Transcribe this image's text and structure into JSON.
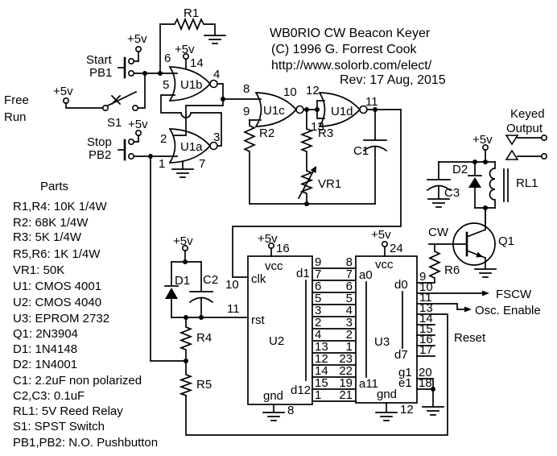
{
  "colors": {
    "ink": "#000000",
    "background": "#ffffff"
  },
  "title": {
    "line1": "WB0RIO CW Beacon Keyer",
    "line2": "(C) 1996  G. Forrest Cook",
    "line3": "http://www.solorb.com/elect/",
    "line4": "Rev: 17 Aug, 2015"
  },
  "supply_label": "+5v",
  "controls": {
    "start": "Start",
    "pb1": "PB1",
    "free": "Free",
    "run": "Run",
    "s1": "S1",
    "stop": "Stop",
    "pb2": "PB2"
  },
  "parts": {
    "header": "Parts",
    "items": [
      "R1,R4:  10K 1/4W",
      "R2:  68K 1/4W",
      "R3:  5K 1/4W",
      "R5,R6:  1K 1/4W",
      "VR1:  50K",
      "U1:  CMOS 4001",
      "U2:  CMOS 4040",
      "U3:  EPROM 2732",
      "Q1:  2N3904",
      "D1:  1N4148",
      "D2:  1N4001",
      "C1:  2.2uF non polarized",
      "C2,C3:  0.1uF",
      "RL1:  5V Reed Relay",
      "S1: SPST Switch",
      "PB1,PB2: N.O. Pushbutton"
    ]
  },
  "gates": {
    "u1a": {
      "name": "U1a",
      "in_top": "2",
      "in_bot": "1",
      "out": "3",
      "gnd_pin": "7"
    },
    "u1b": {
      "name": "U1b",
      "in_top": "6",
      "in_bot": "5",
      "out": "4",
      "vcc_pin": "14"
    },
    "u1c": {
      "name": "U1c",
      "in_top": "8",
      "in_bot": "9",
      "out": "10"
    },
    "u1d": {
      "name": "U1d",
      "in_top": "12",
      "in_bot": "13",
      "out": "11"
    }
  },
  "components": {
    "r1": "R1",
    "r2": "R2",
    "r3": "R3",
    "r4": "R4",
    "r5": "R5",
    "r6": "R6",
    "vr1": "VR1",
    "c1": "C1",
    "c2": "C2",
    "c3": "C3",
    "d1": "D1",
    "d2": "D2",
    "q1": "Q1",
    "rl1": "RL1"
  },
  "u2": {
    "name": "U2",
    "vcc": "vcc",
    "vcc_pin": "16",
    "gnd": "gnd",
    "gnd_pin": "8",
    "clk": "clk",
    "clk_pin": "10",
    "rst": "rst",
    "rst_pin": "11",
    "d_first": "d1",
    "d_last": "d12"
  },
  "u3": {
    "name": "U3",
    "vcc": "vcc",
    "vcc_pin": "24",
    "gnd": "gnd",
    "gnd_pin": "12",
    "a_first": "a0",
    "a_last": "a11",
    "d_first": "d0",
    "d_last": "d7",
    "g1": "g1",
    "g1_pin": "20",
    "e1": "e1",
    "e1_pin": "18"
  },
  "bus": {
    "rows": [
      {
        "left": "9",
        "right": "8"
      },
      {
        "left": "7",
        "right": "7"
      },
      {
        "left": "6",
        "right": "6"
      },
      {
        "left": "5",
        "right": "5"
      },
      {
        "left": "3",
        "right": "4"
      },
      {
        "left": "2",
        "right": "3"
      },
      {
        "left": "4",
        "right": "2"
      },
      {
        "left": "13",
        "right": "1"
      },
      {
        "left": "12",
        "right": "23"
      },
      {
        "left": "14",
        "right": "22"
      },
      {
        "left": "15",
        "right": "19"
      },
      {
        "left": "1",
        "right": "21"
      }
    ]
  },
  "u3_pins_right": [
    "9",
    "10",
    "11",
    "13",
    "14",
    "15",
    "16",
    "17"
  ],
  "signals": {
    "cw": "CW",
    "fscw": "FSCW",
    "osc_enable": "Osc. Enable",
    "reset": "Reset",
    "keyed_line1": "Keyed",
    "keyed_line2": "Output"
  }
}
